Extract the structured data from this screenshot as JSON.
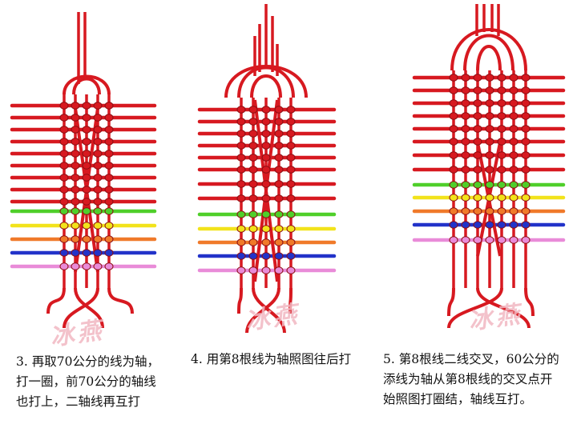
{
  "panels": [
    {
      "caption_lines": [
        "3. 再取70公分的线为轴，",
        "打一圈，前70公分的轴线",
        "也打上，二轴线再互打"
      ],
      "colored_rows": [
        "green",
        "yellow",
        "orange",
        "blue",
        "pink"
      ]
    },
    {
      "caption_lines": [
        "4. 用第8根线为轴照图往后打"
      ],
      "colored_rows": [
        "green",
        "yellow",
        "orange",
        "blue",
        "pink"
      ]
    },
    {
      "caption_lines": [
        "5. 第8根线二线交叉，60公分的",
        "添线为轴从第8根线的交叉点开",
        "始照图打圈结，轴线互打。"
      ],
      "colored_rows": [
        "green",
        "yellow",
        "orange",
        "blue",
        "pink"
      ]
    }
  ],
  "watermark": "冰燕",
  "colors": {
    "cord": "#d71920",
    "cord_dark": "#8a0d12",
    "green": "#4fcf2a",
    "yellow": "#f2e31b",
    "orange": "#f07a2a",
    "blue": "#2233c9",
    "pink": "#e98bd8"
  }
}
